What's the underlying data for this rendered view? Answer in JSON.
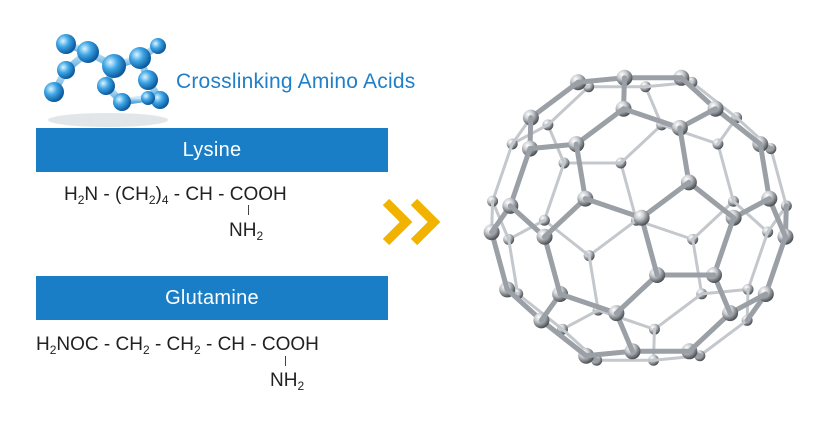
{
  "header": {
    "title": "Crosslinking Amino Acids"
  },
  "lysine": {
    "banner_label": "Lysine",
    "formula": {
      "h": "H",
      "sub1": "2",
      "mid": "N - (CH",
      "sub2": "2",
      "close": ")",
      "sub3": "4",
      "rest": " - CH - COOH"
    },
    "nh2": {
      "base": "NH",
      "sub": "2"
    }
  },
  "glutamine": {
    "banner_label": "Glutamine",
    "formula": {
      "h": "H",
      "sub1": "2",
      "p1": "NOC - CH",
      "sub2": "2",
      "p2": " - CH",
      "sub3": "2",
      "rest": " - CH - COOH"
    },
    "nh2": {
      "base": "NH",
      "sub": "2"
    }
  },
  "colors": {
    "banner_blue": "#1a7ec6",
    "title_blue": "#1f7fc8",
    "arrow_yellow": "#f2b300"
  },
  "icons": [
    "molecule-icon",
    "chevron-double-right-icon",
    "fullerene-icon"
  ]
}
